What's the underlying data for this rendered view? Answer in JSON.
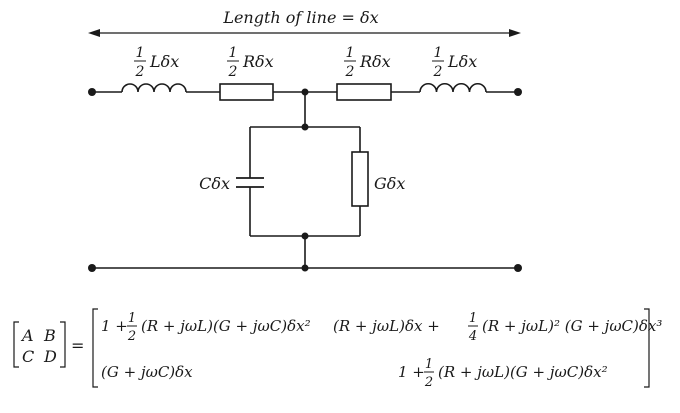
{
  "circuit": {
    "length_label": "Length of line = δx",
    "labels": {
      "l1": {
        "num": "1",
        "den": "2",
        "sym": "Lδx"
      },
      "r1": {
        "num": "1",
        "den": "2",
        "sym": "Rδx"
      },
      "r2": {
        "num": "1",
        "den": "2",
        "sym": "Rδx"
      },
      "l2": {
        "num": "1",
        "den": "2",
        "sym": "Lδx"
      },
      "cap": "Cδx",
      "cond": "Gδx"
    }
  },
  "equation": {
    "lhs": {
      "a": "A",
      "b": "B",
      "c": "C",
      "d": "D"
    },
    "equals": "=",
    "m11": {
      "one_plus": "1 +",
      "num": "1",
      "den": "2",
      "rest": "(R + jωL)(G + jωC)δx²"
    },
    "m12": {
      "prefix": "(R + jωL)δx +",
      "num": "1",
      "den": "4",
      "rest": "(R + jωL)² (G + jωC)δx³"
    },
    "m21": "(G + jωC)δx",
    "m22": {
      "one_plus": "1 +",
      "num": "1",
      "den": "2",
      "rest": "(R + jωL)(G + jωC)δx²"
    }
  }
}
